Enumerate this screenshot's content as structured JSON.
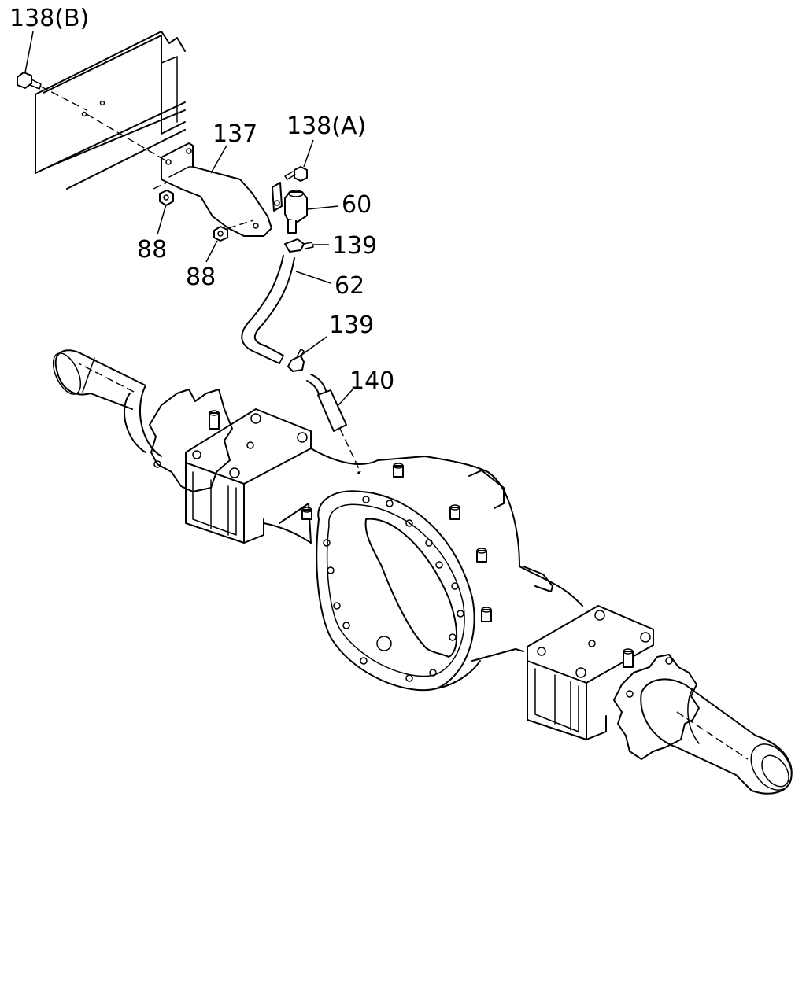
{
  "callouts": [
    {
      "id": "p138b",
      "text": "138(B)"
    },
    {
      "id": "p137",
      "text": "137"
    },
    {
      "id": "p138a",
      "text": "138(A)"
    },
    {
      "id": "p60",
      "text": "60"
    },
    {
      "id": "p88a",
      "text": "88"
    },
    {
      "id": "p88b",
      "text": "88"
    },
    {
      "id": "p139a",
      "text": "139"
    },
    {
      "id": "p62",
      "text": "62"
    },
    {
      "id": "p139b",
      "text": "139"
    },
    {
      "id": "p140",
      "text": "140"
    }
  ]
}
